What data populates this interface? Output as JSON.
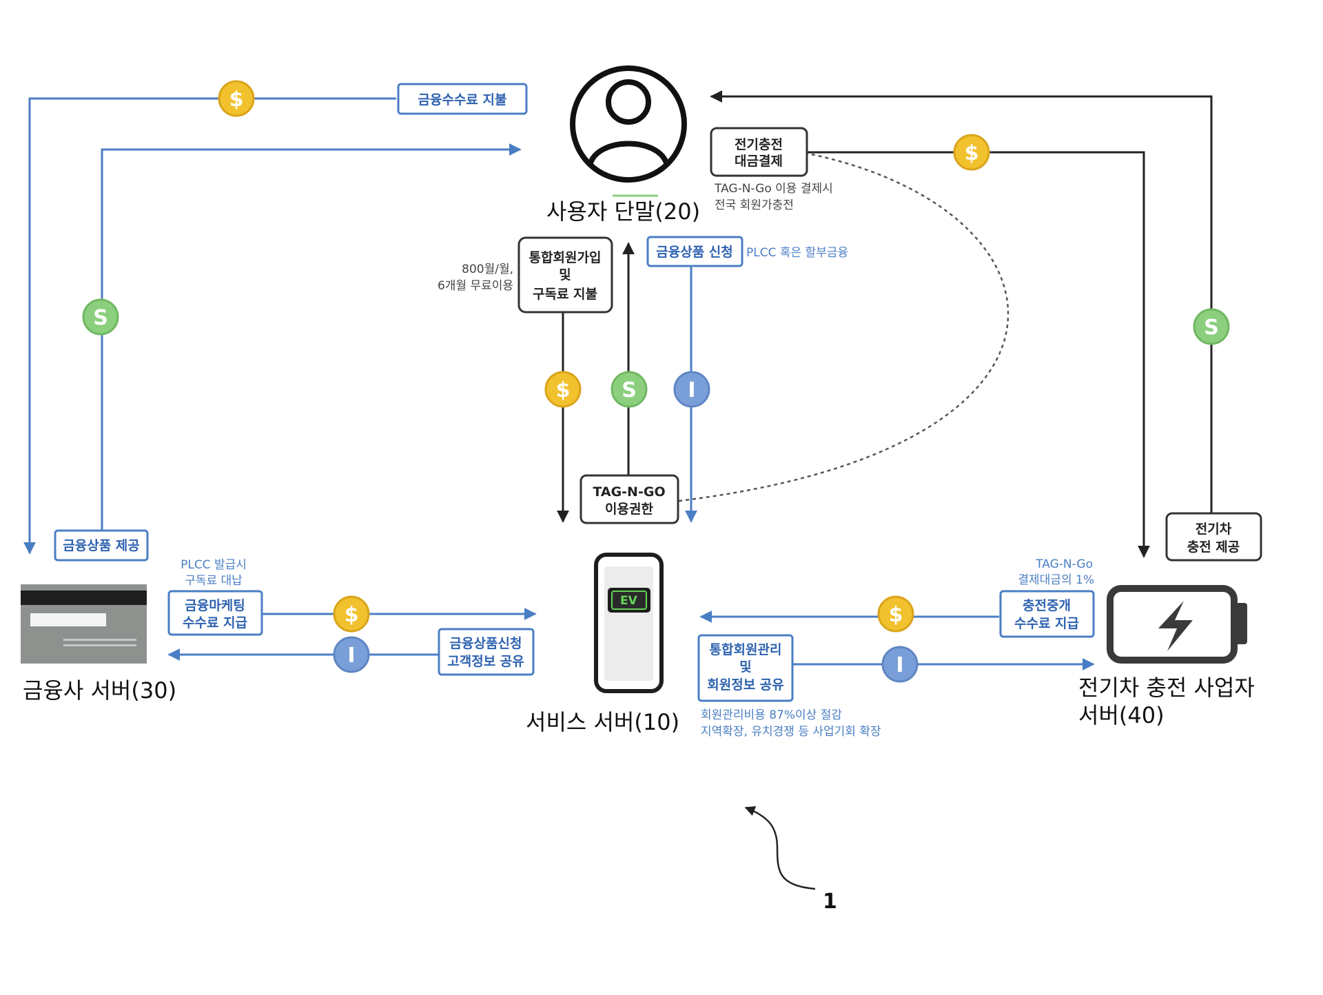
{
  "nodes": {
    "user_terminal": "사용자 단말(20)",
    "finance_server": "금융사 서버(30)",
    "service_server": "서비스 서버(10)",
    "ev_server_line1": "전기차 충전 사업자",
    "ev_server_line2": "서버(40)"
  },
  "boxes": {
    "finance_fee_pay": "금융수수료 지불",
    "ev_charge_payment": [
      "전기충전",
      "대금결제"
    ],
    "membership_join": [
      "통합회원가입",
      "및",
      "구독료 지불"
    ],
    "finance_product_apply": "금융상품 신청",
    "tag_n_go_rights": [
      "TAG-N-GO",
      "이용권한"
    ],
    "finance_product_provide": "금융상품 제공",
    "marketing_fee": [
      "금융마케팅",
      "수수료 지급"
    ],
    "customer_info_share": [
      "금융상품신청",
      "고객정보 공유"
    ],
    "member_mgmt_share": [
      "통합회원관리",
      "및",
      "회원정보 공유"
    ],
    "charge_relay_fee": [
      "충전중개",
      "수수료 지급"
    ],
    "ev_charge_provide": [
      "전기차",
      "충전 제공"
    ]
  },
  "notes": {
    "tag_n_go_pay": [
      "TAG-N-Go 이용 결제시",
      "전국 회원가충전"
    ],
    "subscription_price": [
      "800월/월,",
      "6개월 무료이용"
    ],
    "plcc_installment": "PLCC 혹은 할부금융",
    "plcc_issue": [
      "PLCC 발급시",
      "구독료 대납"
    ],
    "tag_n_go_fee": [
      "TAG-N-Go",
      "결제대금의 1%"
    ],
    "member_cost": [
      "회원관리비용 87%이상 절감",
      "지역확장, 유치경쟁 등 사업기회 확장"
    ]
  },
  "coins": {
    "money": "$",
    "service": "S",
    "info": "I"
  },
  "phone_badge": "EV",
  "figure_ref": "1",
  "colors": {
    "blue_line": "#4a7ec4",
    "black_line": "#222222",
    "coin_gold": "#f2c12e",
    "coin_green": "#8ccf7e",
    "coin_blue": "#7a9fd8"
  }
}
